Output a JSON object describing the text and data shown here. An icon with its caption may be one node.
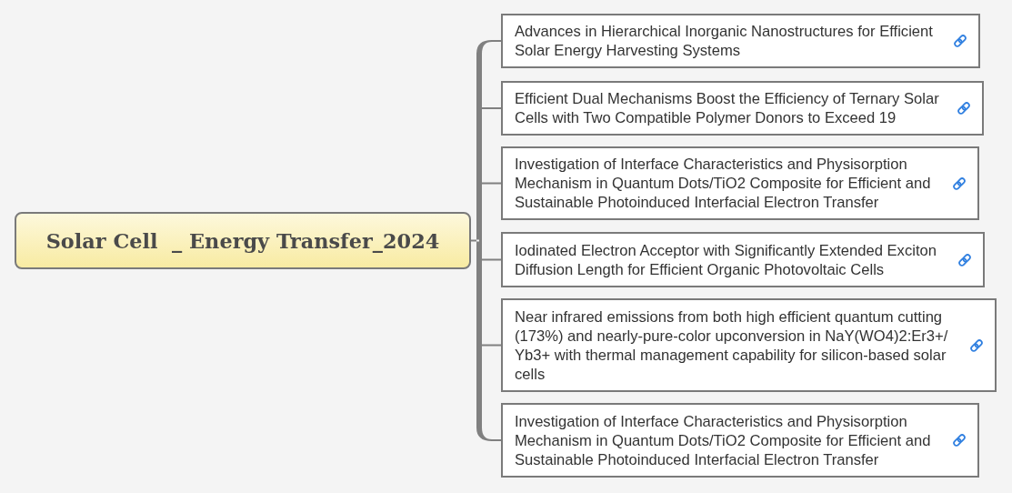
{
  "diagram": {
    "nodes": [
      {
        "text": [
          "Solar Cell  _ Energy Transfer_2024"
        ]
      },
      {
        "text": [
          "Advances in Hierarchical Inorganic Nanostructures for Efficient Solar Energy Harvesting Systems"
        ]
      },
      {
        "text": [
          "Efficient Dual Mechanisms Boost the Efficiency of Ternary Solar Cells with Two Compatible Polymer Donors to Exceed 19"
        ]
      },
      {
        "text": [
          "Investigation of Interface Characteristics and Physisorption Mechanism in Quantum Dots/TiO2 Composite for Efficient and Sustainable Photoinduced Interfacial Electron Transfer"
        ]
      },
      {
        "text": [
          "Iodinated Electron Acceptor with Significantly Extended Exciton Diffusion Length for Efficient Organic Photovoltaic Cells"
        ]
      },
      {
        "text": [
          "Near infrared emissions from both high efficient quantum cutting (173%) and nearly-pure-color upconversion in NaY(WO4)2:Er3+/ Yb3+ with thermal management capability for silicon-based solar cells"
        ]
      },
      {
        "text": [
          "Investigation of Interface Characteristics and Physisorption Mechanism in Quantum Dots/TiO2 Composite for Efficient and Sustainable Photoinduced Interfacial Electron Transfer"
        ]
      }
    ],
    "edges": [
      {
        "from": 0,
        "to": 1,
        "arrow": "none"
      },
      {
        "from": 0,
        "to": 2,
        "arrow": "none"
      },
      {
        "from": 0,
        "to": 3,
        "arrow": "none"
      },
      {
        "from": 0,
        "to": 4,
        "arrow": "none"
      },
      {
        "from": 0,
        "to": 5,
        "arrow": "none"
      },
      {
        "from": 0,
        "to": 6,
        "arrow": "none"
      }
    ]
  }
}
